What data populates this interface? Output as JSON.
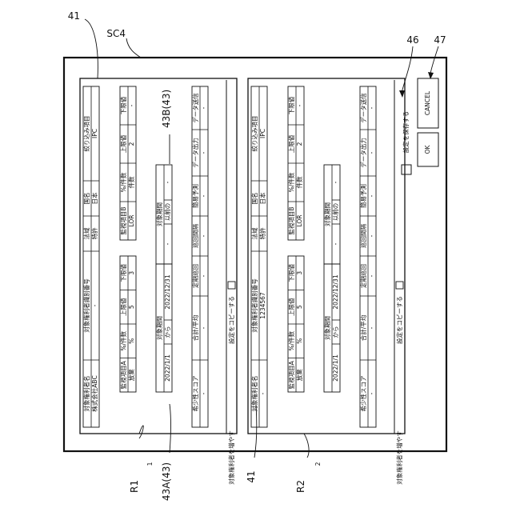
{
  "callouts": {
    "top_41": "41",
    "sc4": "SC4",
    "c43b": "43B(43)",
    "c46": "46",
    "c47": "47",
    "r1": "R1",
    "c43a": "43A(43)",
    "bottom_41": "41",
    "r2": "R2"
  },
  "record1": {
    "row_number": "1",
    "increase_label": "対象権利者を増やす",
    "copy_label": "設定をコピーする",
    "owner": {
      "headers": [
        "対象権利者名",
        "対象権利者識別番号",
        "法域",
        "国名",
        "絞り込み項目"
      ],
      "values": [
        "株式会社ABC",
        "-",
        "特許",
        "日本",
        "IPC"
      ]
    },
    "monitor_a": {
      "headers": [
        "監視項目A",
        "%/件数",
        "上限値",
        "下限値"
      ],
      "values": [
        "放棄",
        "%",
        "5",
        "3"
      ]
    },
    "monitor_b": {
      "headers": [
        "監視項目B",
        "%/件数",
        "上限値",
        "下限値"
      ],
      "values": [
        "LOR",
        "件数",
        "2",
        "-"
      ]
    },
    "period1": {
      "header": "対象期間",
      "from": "2022/1/1",
      "from_word": "から",
      "to": "2022/12/31"
    },
    "period2": {
      "header": "対象期間",
      "from": "-",
      "to_word": "以前の",
      "to": "-"
    },
    "scarcity": {
      "headers": [
        "希少性スコア",
        "合計/平均",
        "定期巡回",
        "巡回間隔",
        "簡易予測",
        "データ出力",
        "データ送信"
      ],
      "values": [
        "-",
        "-",
        "-",
        "-",
        "-",
        "-",
        "-"
      ]
    }
  },
  "record2": {
    "row_number": "2",
    "increase_label": "対象権利者を増やす",
    "copy_label": "設定をコピーする",
    "owner": {
      "headers": [
        "対象権利者名",
        "対象権利者識別番号",
        "法域",
        "国名",
        "絞り込み項目"
      ],
      "values": [
        "-",
        "1234567",
        "特許",
        "日本",
        "IPC"
      ]
    },
    "monitor_a": {
      "headers": [
        "監視項目A",
        "%/件数",
        "上限値",
        "下限値"
      ],
      "values": [
        "放棄",
        "%",
        "5",
        "3"
      ]
    },
    "monitor_b": {
      "headers": [
        "監視項目B",
        "%/件数",
        "上限値",
        "下限値"
      ],
      "values": [
        "LOR",
        "件数",
        "2",
        "-"
      ]
    },
    "period1": {
      "header": "対象期間",
      "from": "2022/1/1",
      "from_word": "から",
      "to": "2022/12/31"
    },
    "period2": {
      "header": "対象期間",
      "from": "-",
      "to_word": "以前の",
      "to": "-"
    },
    "scarcity": {
      "headers": [
        "希少性スコア",
        "合計/平均",
        "定期巡回",
        "巡回間隔",
        "簡易予測",
        "データ出力",
        "データ送信"
      ],
      "values": [
        "-",
        "-",
        "-",
        "-",
        "-",
        "-",
        "-"
      ]
    }
  },
  "save_settings_label": "設定を保存する",
  "ok_label": "OK",
  "cancel_label": "CANCEL"
}
